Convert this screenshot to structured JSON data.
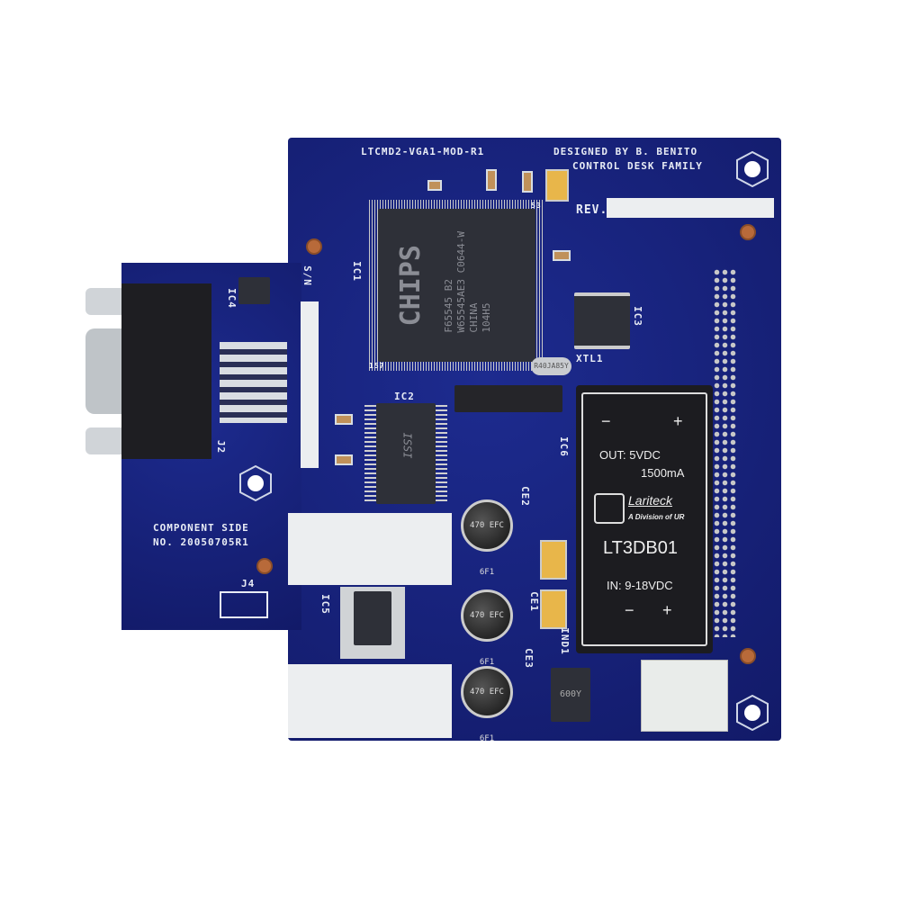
{
  "board": {
    "title": "LTCMD2-VGA1-MOD-R1",
    "designer": "DESIGNED BY B. BENITO",
    "family": "CONTROL DESK FAMILY",
    "rev_label": "REV.",
    "sn_label": "S/N",
    "side_label": "COMPONENT SIDE",
    "number_label": "NO. 20050705R1",
    "color": "#15207a"
  },
  "refs": {
    "ic1": "IC1",
    "ic2": "IC2",
    "ic3": "IC3",
    "ic4": "IC4",
    "ic5": "IC5",
    "ic6": "IC6",
    "j2": "J2",
    "j4": "J4",
    "xtal": "XTL1",
    "ce1": "CE1",
    "ce2": "CE2",
    "ce3": "CE3",
    "ind": "IND1"
  },
  "main_chip": {
    "brand": "CHIPS",
    "line1": "F65545 B2",
    "line2": "W65545AE3 C0644-W",
    "line3": "CHINA",
    "line4": "104H5",
    "pin_a": "53",
    "pin_b": "157"
  },
  "ram_chip": {
    "brand": "ISSI"
  },
  "crystal": {
    "text": "R40JA85Y"
  },
  "caps": [
    {
      "text": "470 EFC 6F1"
    },
    {
      "text": "470 EFC 6F1"
    },
    {
      "text": "470 EFC 6F1"
    }
  ],
  "inductor": {
    "text": "600Y"
  },
  "dcdc": {
    "minus": "−",
    "plus": "+",
    "out": "OUT: 5VDC",
    "current": "1500mA",
    "brand": "Lariteck",
    "brand_sub": "A Division of UR",
    "model": "LT3DB01",
    "in": "IN: 9-18VDC"
  }
}
